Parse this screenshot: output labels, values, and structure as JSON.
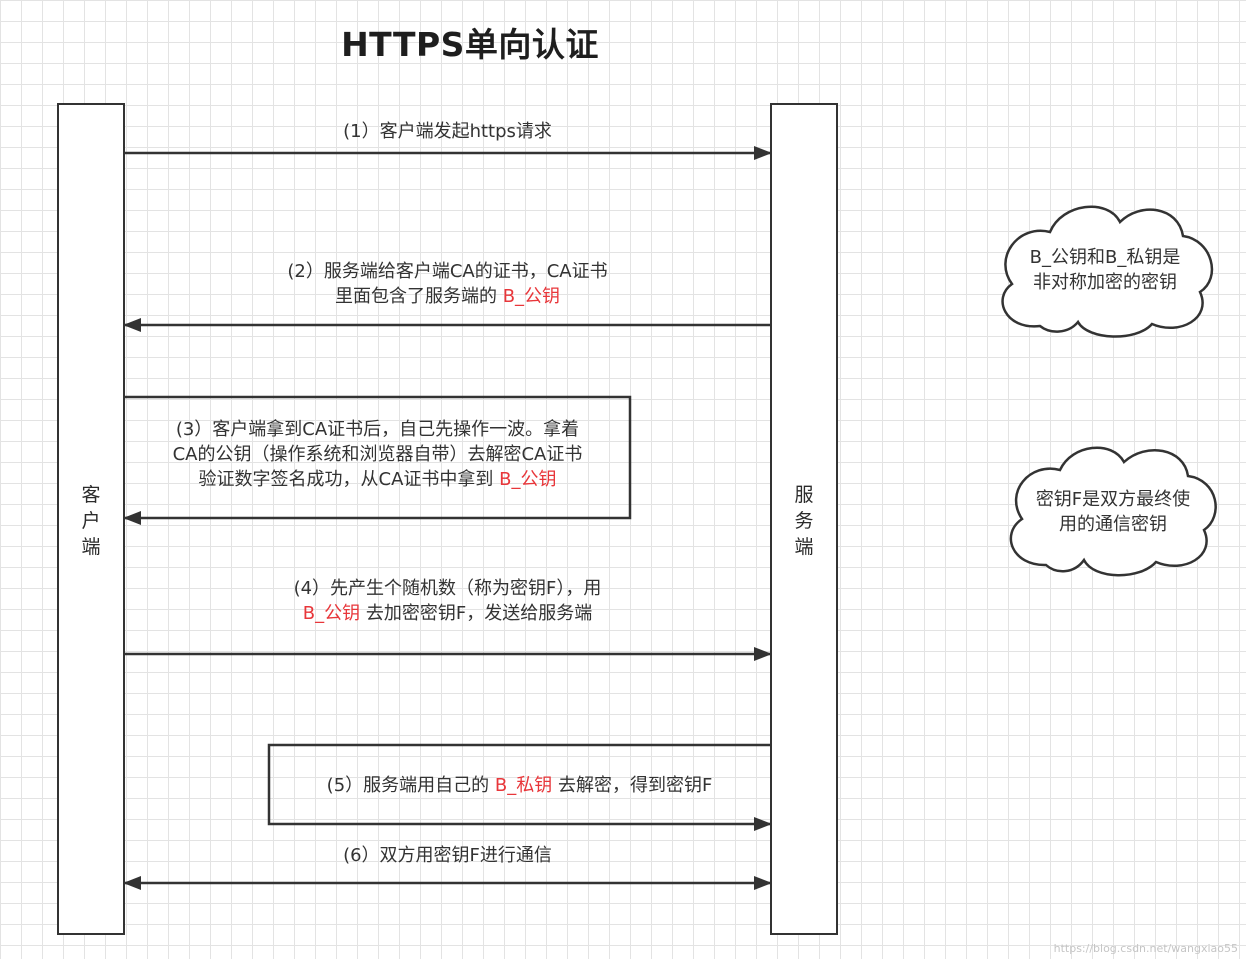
{
  "title": "HTTPS单向认证",
  "client": {
    "label_chars": [
      "客",
      "户",
      "端"
    ]
  },
  "server": {
    "label_chars": [
      "服",
      "务",
      "端"
    ]
  },
  "steps": [
    {
      "lines": [
        [
          {
            "t": "(1）客户端发起https请求"
          }
        ]
      ]
    },
    {
      "lines": [
        [
          {
            "t": "(2）服务端给客户端CA的证书，CA证书"
          }
        ],
        [
          {
            "t": "里面包含了服务端的 "
          },
          {
            "t": "B_公钥",
            "key": true
          }
        ]
      ]
    },
    {
      "lines": [
        [
          {
            "t": "(3）客户端拿到CA证书后，自己先操作一波。拿着"
          }
        ],
        [
          {
            "t": "CA的公钥（操作系统和浏览器自带）去解密CA证书"
          }
        ],
        [
          {
            "t": "验证数字签名成功，从CA证书中拿到 "
          },
          {
            "t": "B_公钥",
            "key": true
          }
        ]
      ]
    },
    {
      "lines": [
        [
          {
            "t": "(4）先产生个随机数（称为密钥F），用"
          }
        ],
        [
          {
            "t": "B_公钥",
            "key": true
          },
          {
            "t": " 去加密密钥F，发送给服务端"
          }
        ]
      ]
    },
    {
      "lines": [
        [
          {
            "t": "(5）服务端用自己的 "
          },
          {
            "t": "B_私钥",
            "key": true
          },
          {
            "t": " 去解密，得到密钥F"
          }
        ]
      ]
    },
    {
      "lines": [
        [
          {
            "t": "(6）双方用密钥F进行通信"
          }
        ]
      ]
    }
  ],
  "notes": [
    {
      "lines": [
        "B_公钥和B_私钥是",
        "非对称加密的密钥"
      ]
    },
    {
      "lines": [
        "密钥F是双方最终使",
        "用的通信密钥"
      ]
    }
  ],
  "colors": {
    "key": "#e8363a",
    "line": "#333333",
    "grid": "#e3e3e3"
  },
  "watermark": "https://blog.csdn.net/wangxiao55"
}
